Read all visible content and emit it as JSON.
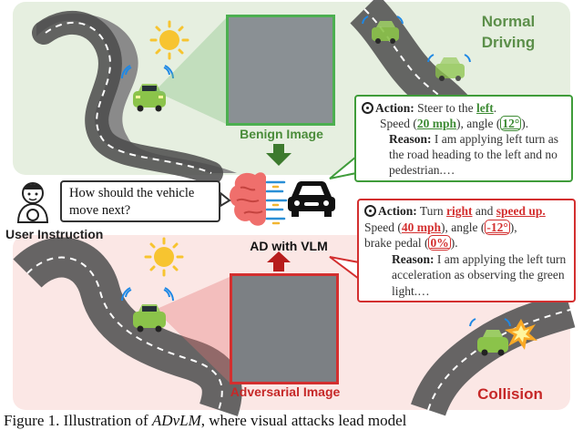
{
  "labels": {
    "normal_driving_1": "Normal",
    "normal_driving_2": "Driving",
    "collision": "Collision",
    "benign_image": "Benign Image",
    "adversarial_image": "Adversarial Image",
    "user_instruction": "User Instruction",
    "ad_with_vlm": "AD with VLM"
  },
  "question": "How should the vehicle move next?",
  "benign_response": {
    "action_label": "Action:",
    "action_text_1": " Steer to the ",
    "direction": "left",
    "action_text_2": ".",
    "speed_prefix": "Speed (",
    "speed": "20 mph",
    "angle_prefix": "), angle (",
    "angle": "12°",
    "angle_suffix": ").",
    "reason_label": "Reason:",
    "reason_text": " I am applying left turn as the road heading to the left and no pedestrian.…"
  },
  "adversarial_response": {
    "action_label": "Action:",
    "action_text_1": " Turn ",
    "direction": "right",
    "action_text_2": " and ",
    "speed_action": "speed up.",
    "speed_prefix": " Speed (",
    "speed": "40 mph",
    "angle_prefix": "), angle (",
    "angle": "-12°",
    "angle_suffix": "),",
    "brake_prefix": "brake pedal (",
    "brake": "0%",
    "brake_suffix": ").",
    "reason_label": "Reason:",
    "reason_text": " I am applying the left turn acceleration as observing the green light.…"
  },
  "caption": {
    "prefix": "Figure 1. Illustration of ",
    "name": "ADvLM",
    "suffix": ", where visual attacks lead model"
  },
  "colors": {
    "benign": "#4caf50",
    "adversarial": "#d32f2f",
    "normal_panel": "#e6efe0",
    "collision_panel": "#fbe7e5",
    "car": "#8bc34a",
    "road": "#6e6e6e"
  },
  "icons": [
    "sun-icon",
    "car-icon",
    "wifi-icon",
    "user-icon",
    "brain-icon",
    "ad-car-icon",
    "steering-wheel-icon",
    "explosion-icon",
    "arrow-down-icon",
    "arrow-up-icon"
  ]
}
